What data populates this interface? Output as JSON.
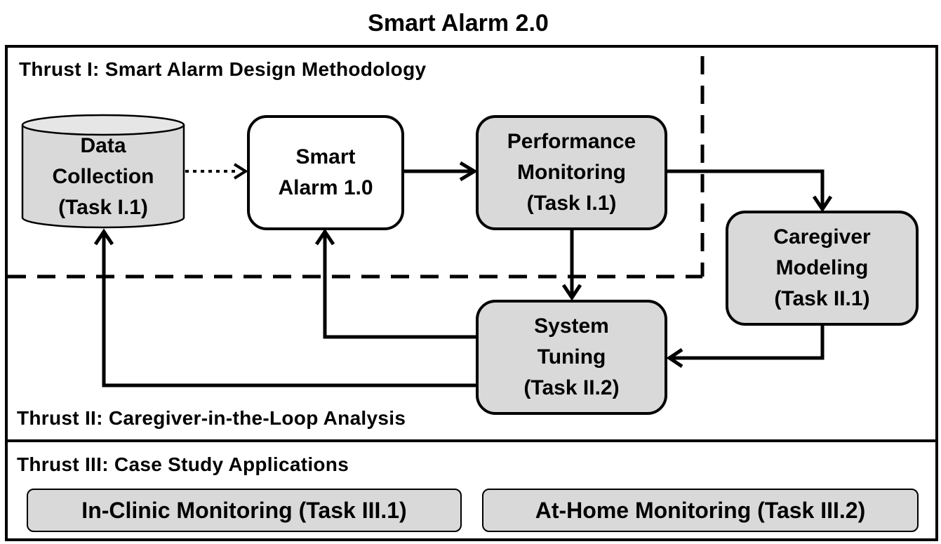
{
  "title": "Smart Alarm 2.0",
  "thrust1": {
    "label": "Thrust I: Smart Alarm Design Methodology"
  },
  "thrust2": {
    "label": "Thrust II: Caregiver-in-the-Loop Analysis"
  },
  "thrust3": {
    "label": "Thrust III: Case Study Applications"
  },
  "nodes": {
    "data_collection": {
      "lines": [
        "Data",
        "Collection",
        "(Task I.1)"
      ]
    },
    "smart_alarm_1": {
      "lines": [
        "Smart",
        "Alarm 1.0"
      ]
    },
    "performance_monitoring": {
      "lines": [
        "Performance",
        "Monitoring",
        "(Task I.1)"
      ]
    },
    "caregiver_modeling": {
      "lines": [
        "Caregiver",
        "Modeling",
        "(Task II.1)"
      ]
    },
    "system_tuning": {
      "lines": [
        "System",
        "Tuning",
        "(Task II.2)"
      ]
    }
  },
  "applications": [
    {
      "label": "In-Clinic Monitoring (Task III.1)"
    },
    {
      "label": "At-Home Monitoring (Task III.2)"
    }
  ],
  "colors": {
    "box_fill": "#d9d9d9",
    "stroke": "#000000"
  }
}
